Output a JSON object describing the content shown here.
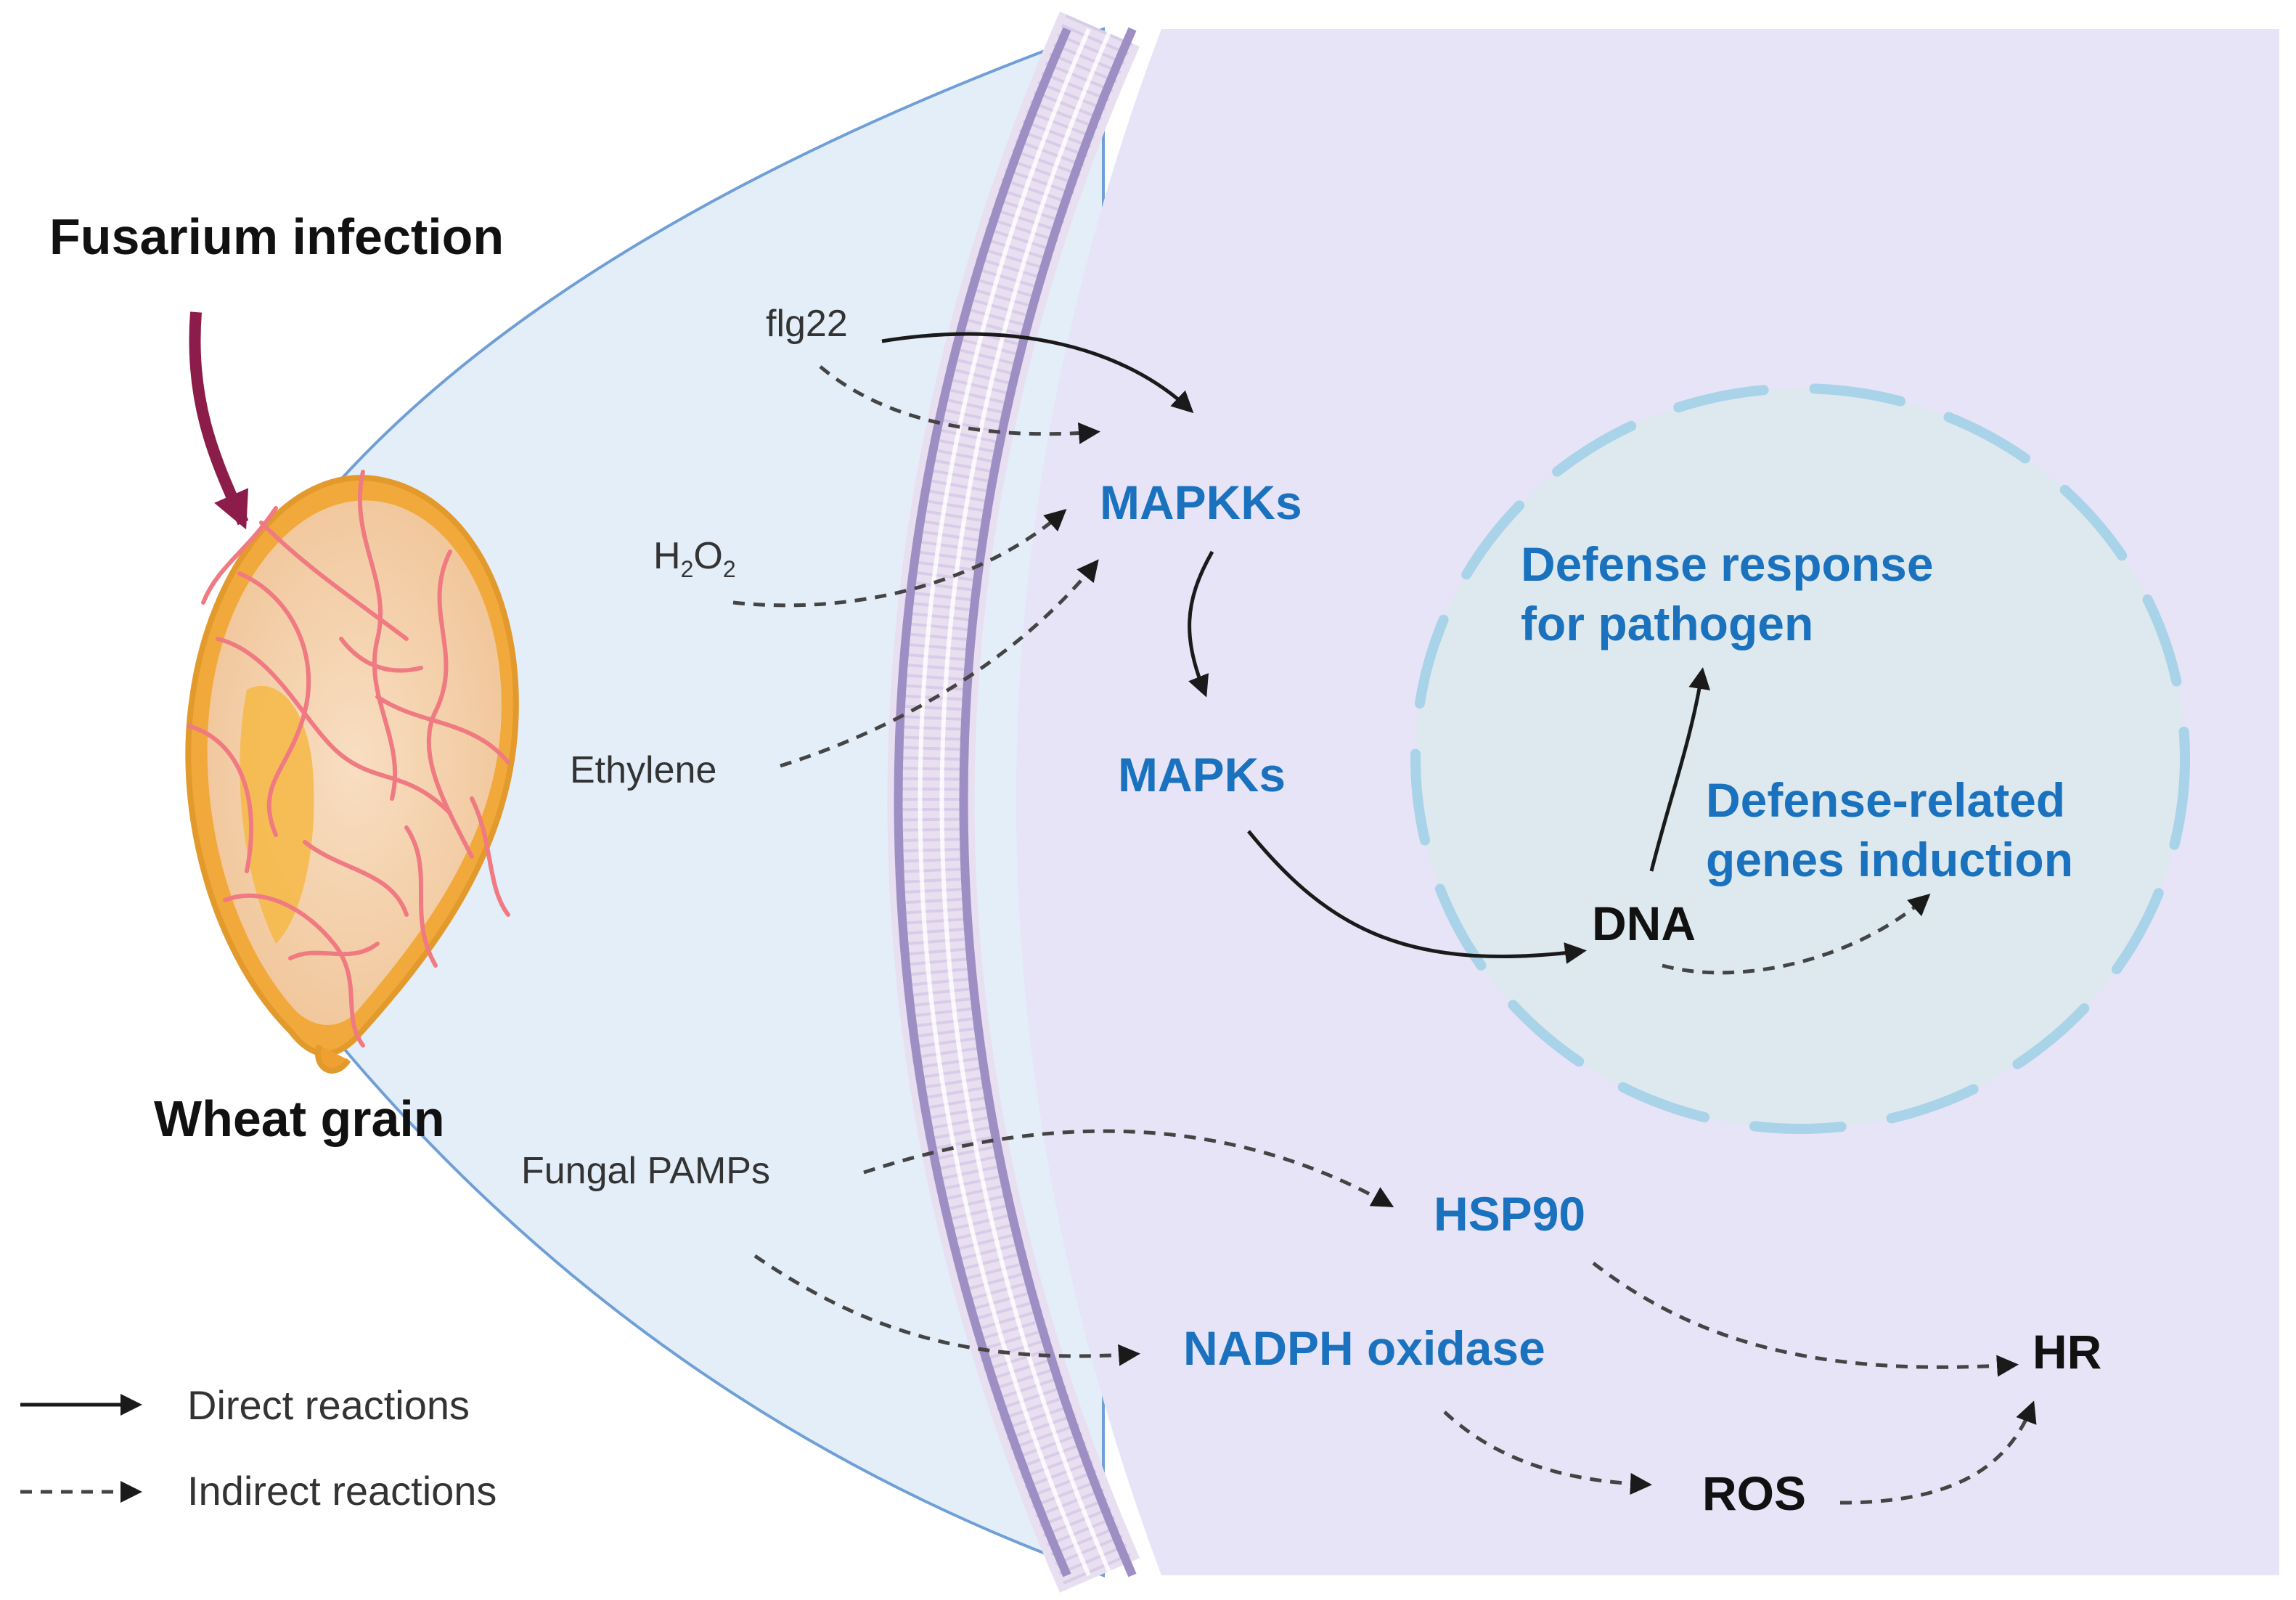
{
  "labels": {
    "fusarium_infection": "Fusarium infection",
    "wheat_grain": "Wheat grain",
    "flg22": "flg22",
    "h2o2_base": "H",
    "h2o2_sub1": "2",
    "h2o2_mid": "O",
    "h2o2_sub2": "2",
    "ethylene": "Ethylene",
    "fungal_pamps": "Fungal PAMPs",
    "mapkks": "MAPKKs",
    "mapks": "MAPKs",
    "defense_response_line1": "Defense response",
    "defense_response_line2": "for pathogen",
    "defense_genes_line1": "Defense-related",
    "defense_genes_line2": "genes induction",
    "dna": "DNA",
    "hsp90": "HSP90",
    "nadph_oxidase": "NADPH oxidase",
    "hr": "HR",
    "ros": "ROS"
  },
  "legend": {
    "direct": "Direct reactions",
    "indirect": "Indirect reactions"
  },
  "colors": {
    "cell_interior": "#e6e4f6",
    "wall_region": "#e3eef9",
    "membrane": "#9d8fc4",
    "nucleus_fill": "#dde9ee",
    "nucleus_border": "#a8d3e8",
    "label_blue": "#1a72be",
    "infection_arrow": "#8c1c49",
    "grain_husk": "#f2a93b",
    "grain_body": "#f5d3b1",
    "hyphae": "#f07a82"
  }
}
